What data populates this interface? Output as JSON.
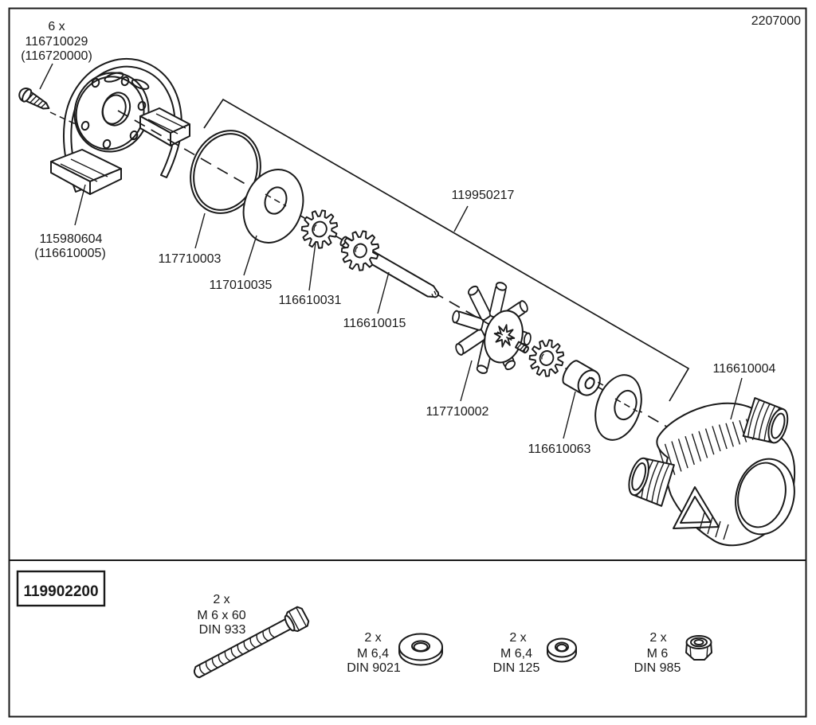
{
  "doc": {
    "drawing_number": "2207000"
  },
  "labels": {
    "screw": {
      "qty": "6 x",
      "part": "116710029",
      "alt": "(116720000)"
    },
    "flange": {
      "part": "115980604",
      "alt": "(116610005)"
    },
    "oring": {
      "part": "117710003"
    },
    "wear_plate": {
      "part": "117010035"
    },
    "pinion": {
      "part": "116610031"
    },
    "shaft": {
      "part": "116610015"
    },
    "service_kit": {
      "part": "119950217"
    },
    "impeller": {
      "part": "117710002"
    },
    "bushing": {
      "part": "116610063"
    },
    "housing": {
      "part": "116610004"
    },
    "kit_box": {
      "part": "119902200"
    }
  },
  "hardware": {
    "bolt": {
      "qty": "2 x",
      "size": "M 6 x 60",
      "standard": "DIN 933"
    },
    "washer_large": {
      "qty": "2 x",
      "size": "M 6,4",
      "standard": "DIN 9021"
    },
    "washer_small": {
      "qty": "2 x",
      "size": "M 6,4",
      "standard": "DIN 125"
    },
    "lock_nut": {
      "qty": "2 x",
      "size": "M 6",
      "standard": "DIN 985"
    }
  },
  "colors": {
    "line": "#1a1a1a",
    "background": "#ffffff"
  }
}
